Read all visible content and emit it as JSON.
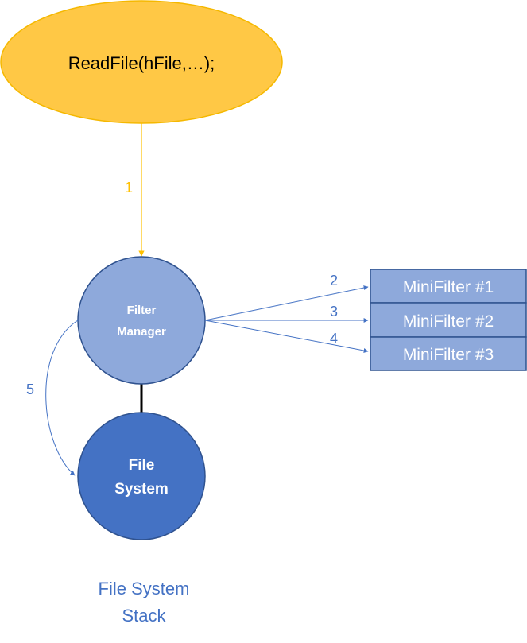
{
  "call": {
    "text": "ReadFile(hFile,…);"
  },
  "filter_manager": {
    "line1": "Filter",
    "line2": "Manager"
  },
  "file_system": {
    "line1": "File",
    "line2": "System"
  },
  "minifilters": [
    "MiniFilter #1",
    "MiniFilter #2",
    "MiniFilter #3"
  ],
  "steps": {
    "s1": "1",
    "s2": "2",
    "s3": "3",
    "s4": "4",
    "s5": "5"
  },
  "caption": {
    "line1": "File System",
    "line2": "Stack"
  },
  "colors": {
    "call_fill": "#FFC845",
    "call_stroke": "#F5B800",
    "arrow_orange": "#FFC000",
    "filter_fill": "#8EA9DB",
    "filter_stroke": "#2F528F",
    "fs_fill": "#4472C4",
    "arrow_blue": "#4472C4",
    "caption_text": "#4472C4"
  }
}
